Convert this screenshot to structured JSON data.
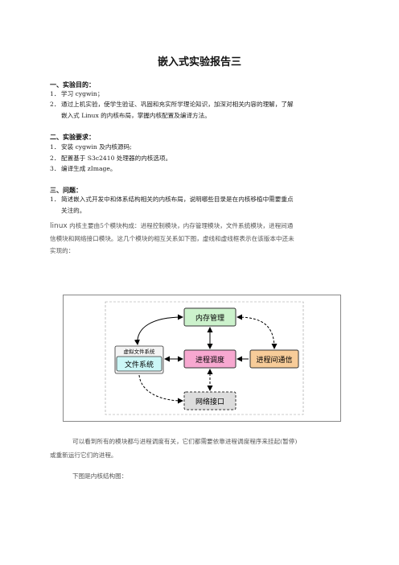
{
  "title": "嵌入式实验报告三",
  "sections": [
    {
      "heading": "一、实验目的：",
      "items": [
        {
          "num": "1．",
          "text": "学习 cygwin；"
        },
        {
          "num": "2．",
          "text": "通过上机实验，使学生验证、巩固和充实所学理论知识，加深对相关内容的理解，了解",
          "cont": "嵌入式 Linux 的内核布局，掌握内核配置及编译方法。"
        }
      ]
    },
    {
      "heading": "二、实验要求：",
      "items": [
        {
          "num": "1．",
          "text": "安装 cygwin 及内核源码;"
        },
        {
          "num": "2．",
          "text": "配置基于 S3c2410 处理器的内核选项。"
        },
        {
          "num": "3．",
          "text": "编译生成 zImage。"
        }
      ]
    },
    {
      "heading": "三、问题：",
      "items": [
        {
          "num": "1．",
          "text": "简述嵌入式开发中和体系结构相关的内核布局，说明哪些目录是在内核移植中需要重点",
          "cont": "关注的。"
        }
      ]
    }
  ],
  "paragraph1": {
    "linux": "linux",
    "line1": " 内核主要由5个模块构成：进程控制模块，内存管理模块，文件系统模块，进程间通",
    "line2": "信模块和网络接口模块。这几个模块的相互关系如下图，虚线和虚线框表示在该版本中还未",
    "line3": "实现的："
  },
  "diagram": {
    "memory": "内存管理",
    "vfs": "虚拟文件系统",
    "fs": "文件系统",
    "sched": "进程调度",
    "ipc": "进程间通信",
    "net": "网络接口"
  },
  "paragraph2": {
    "line1": "可以看到所有的模块都与进程调度有关，它们都需要依靠进程调度程序来挂起(暂停)",
    "line2": "或重新运行它们的进程。",
    "line3": "下图是内核结构图："
  },
  "colors": {
    "memory_fill": "#ccf2cc",
    "fs_fill": "#ccf7f7",
    "sched_fill": "#f7a8d0",
    "ipc_fill": "#f7cc99",
    "net_fill": "#dddddd"
  }
}
